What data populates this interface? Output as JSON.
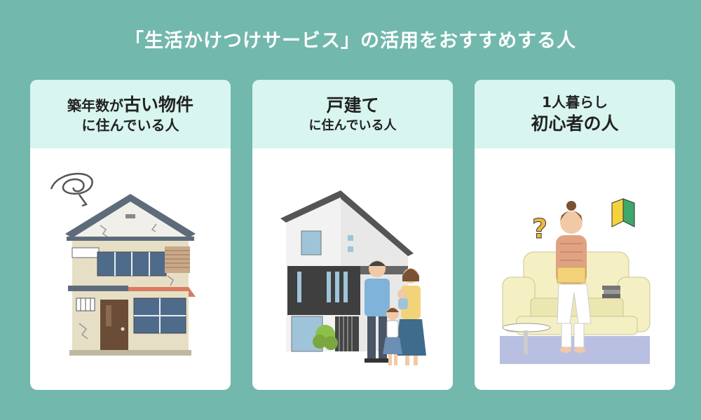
{
  "title": "「生活かけつけサービス」の活用をおすすめする人",
  "cards": [
    {
      "line1_small": "築年数が",
      "line1_large": "古い物件",
      "line2": "に住んでいる人",
      "illustration": "old-house-illustration"
    },
    {
      "line1": "戸建て",
      "line2": "に住んでいる人",
      "illustration": "detached-house-family-illustration"
    },
    {
      "line1": "1人暮らし",
      "line2": "初心者の人",
      "illustration": "beginner-living-alone-illustration"
    }
  ],
  "colors": {
    "background": "#72b8ad",
    "card": "#ffffff",
    "card_header": "#d8f5f0",
    "title_text": "#ffffff"
  }
}
